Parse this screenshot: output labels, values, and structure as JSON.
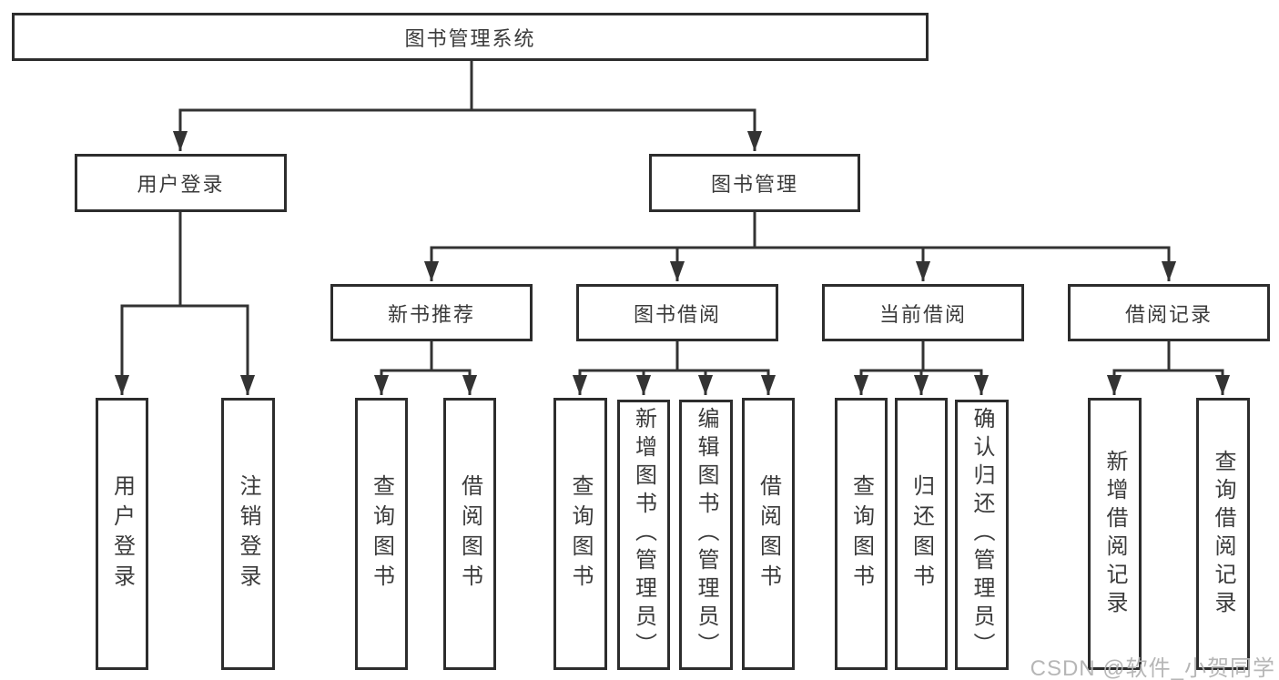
{
  "diagram": {
    "root": {
      "label": "图书管理系统"
    },
    "level2": [
      {
        "label": "用户登录"
      },
      {
        "label": "图书管理"
      }
    ],
    "level3": [
      {
        "label": "新书推荐"
      },
      {
        "label": "图书借阅"
      },
      {
        "label": "当前借阅"
      },
      {
        "label": "借阅记录"
      }
    ],
    "leaves": [
      {
        "label": "用户登录"
      },
      {
        "label": "注销登录"
      },
      {
        "label": "查询图书"
      },
      {
        "label": "借阅图书"
      },
      {
        "label": "查询图书"
      },
      {
        "label": "新增图书（管理员）"
      },
      {
        "label": "编辑图书（管理员）"
      },
      {
        "label": "借阅图书"
      },
      {
        "label": "查询图书"
      },
      {
        "label": "归还图书"
      },
      {
        "label": "确认归还（管理员）"
      },
      {
        "label": "新增借阅记录"
      },
      {
        "label": "查询借阅记录"
      }
    ]
  },
  "watermark": {
    "text": "CSDN @软件_小贺同学"
  },
  "colors": {
    "line": "#333333",
    "border": "#2d2d2d",
    "text": "#3b3b3b",
    "watermark": "#b2b2b2"
  }
}
